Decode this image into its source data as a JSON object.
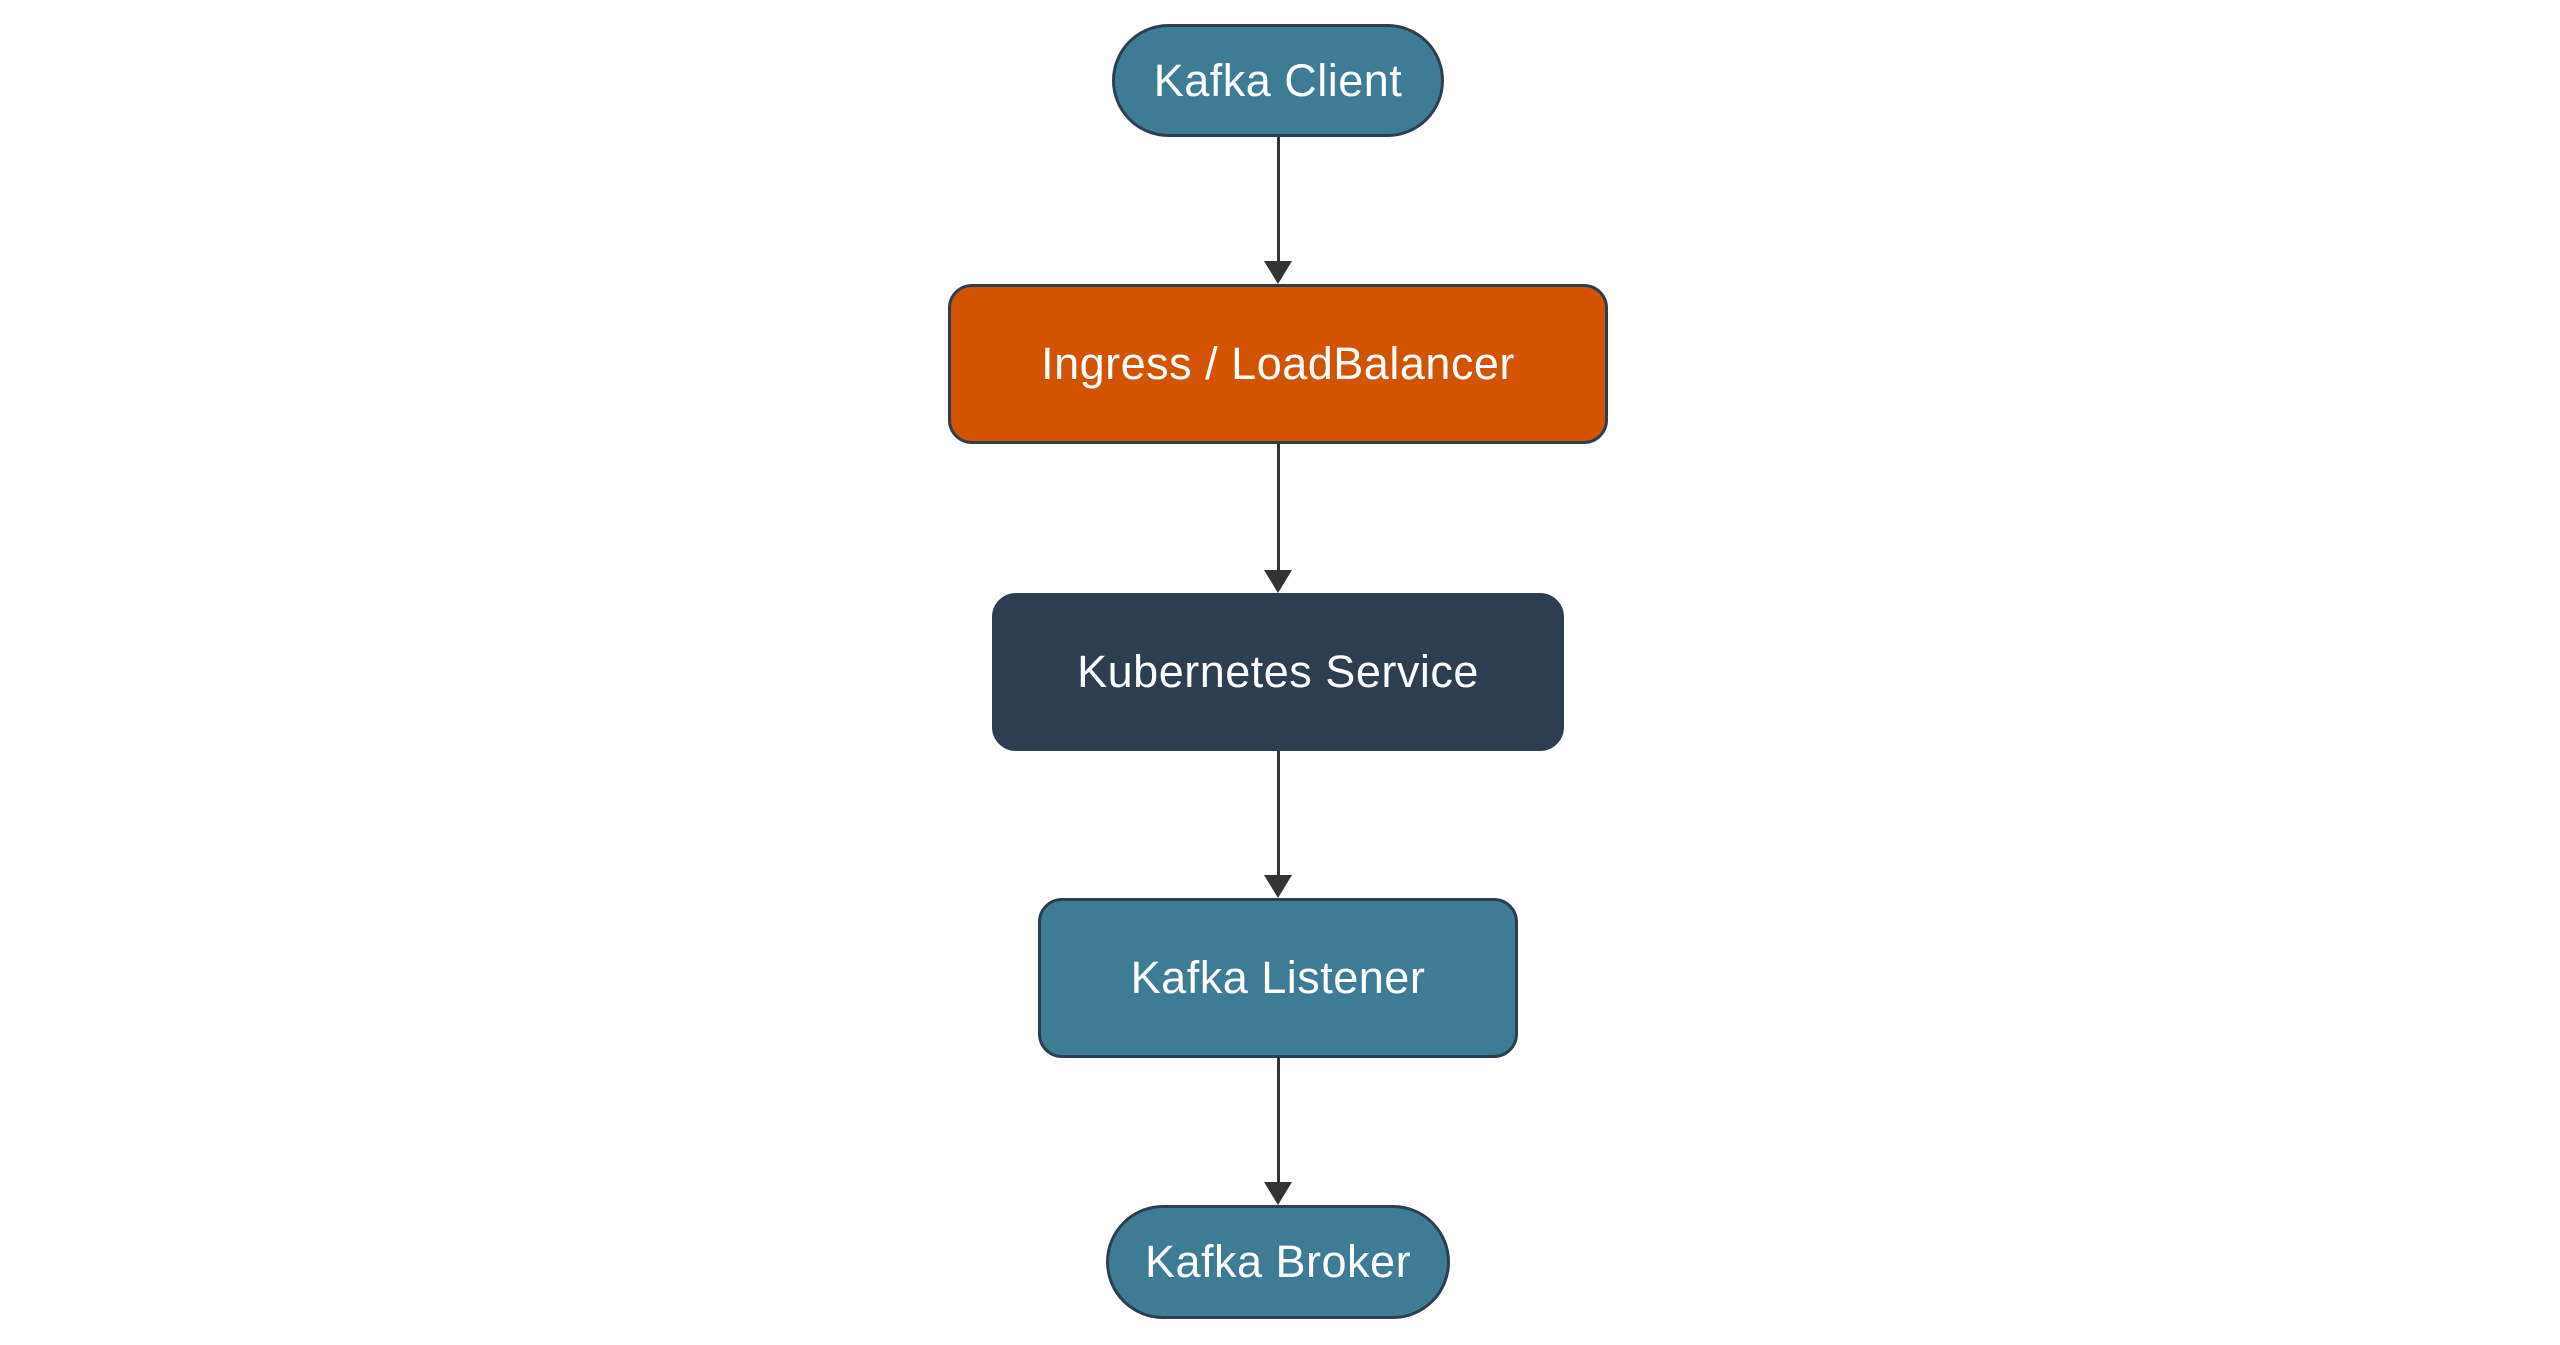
{
  "diagram": {
    "type": "flowchart",
    "direction": "top-down",
    "background": "#ffffff",
    "edge_color": "#333333",
    "nodes": [
      {
        "id": "kafka-client",
        "label": "Kafka Client",
        "shape": "stadium",
        "fill": "#3e7c96",
        "border": "#2c3e50",
        "text_color": "#ffffff"
      },
      {
        "id": "ingress-loadbalancer",
        "label": "Ingress / LoadBalancer",
        "shape": "rounded-rectangle",
        "fill": "#d35400",
        "border": "#2c3e50",
        "text_color": "#ffffff"
      },
      {
        "id": "kubernetes-service",
        "label": "Kubernetes Service",
        "shape": "rounded-rectangle",
        "fill": "#2c3e50",
        "border": "#2c3e50",
        "text_color": "#ffffff"
      },
      {
        "id": "kafka-listener",
        "label": "Kafka Listener",
        "shape": "rounded-rectangle",
        "fill": "#3e7c96",
        "border": "#2c3e50",
        "text_color": "#ffffff"
      },
      {
        "id": "kafka-broker",
        "label": "Kafka Broker",
        "shape": "stadium",
        "fill": "#3e7c96",
        "border": "#2c3e50",
        "text_color": "#ffffff"
      }
    ],
    "edges": [
      {
        "from": "kafka-client",
        "to": "ingress-loadbalancer",
        "style": "solid",
        "arrow": "triangle-down"
      },
      {
        "from": "ingress-loadbalancer",
        "to": "kubernetes-service",
        "style": "solid",
        "arrow": "triangle-down"
      },
      {
        "from": "kubernetes-service",
        "to": "kafka-listener",
        "style": "solid",
        "arrow": "triangle-down"
      },
      {
        "from": "kafka-listener",
        "to": "kafka-broker",
        "style": "solid",
        "arrow": "triangle-down"
      }
    ]
  }
}
